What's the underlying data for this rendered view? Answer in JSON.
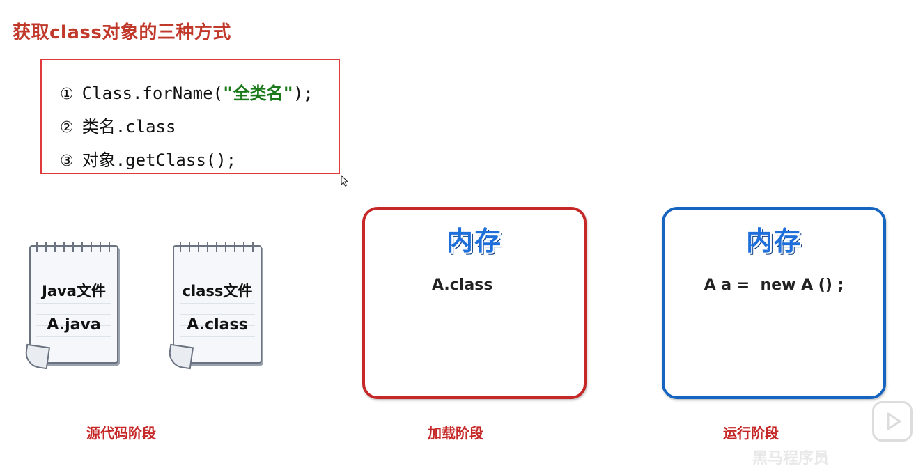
{
  "title": "获取class对象的三种方式",
  "methods": [
    {
      "num": "①",
      "pre": "Class.forName(",
      "highlight": "\"全类名\"",
      "post": ");"
    },
    {
      "num": "②",
      "pre": "类名.class",
      "highlight": "",
      "post": ""
    },
    {
      "num": "③",
      "pre": "对象.getClass();",
      "highlight": "",
      "post": ""
    }
  ],
  "files": [
    {
      "name": "Java文件",
      "file": "A.java"
    },
    {
      "name": "class文件",
      "file": "A.class"
    }
  ],
  "memory_boxes": [
    {
      "heading": "内存",
      "content": "A.class",
      "border_color": "#c62828"
    },
    {
      "heading": "内存",
      "content": "A a =  new A () ;",
      "border_color": "#1565c0"
    }
  ],
  "stages": [
    "源代码阶段",
    "加载阶段",
    "运行阶段"
  ],
  "icons": [
    "cursor-icon",
    "play-icon"
  ],
  "watermark": "黑马程序员"
}
